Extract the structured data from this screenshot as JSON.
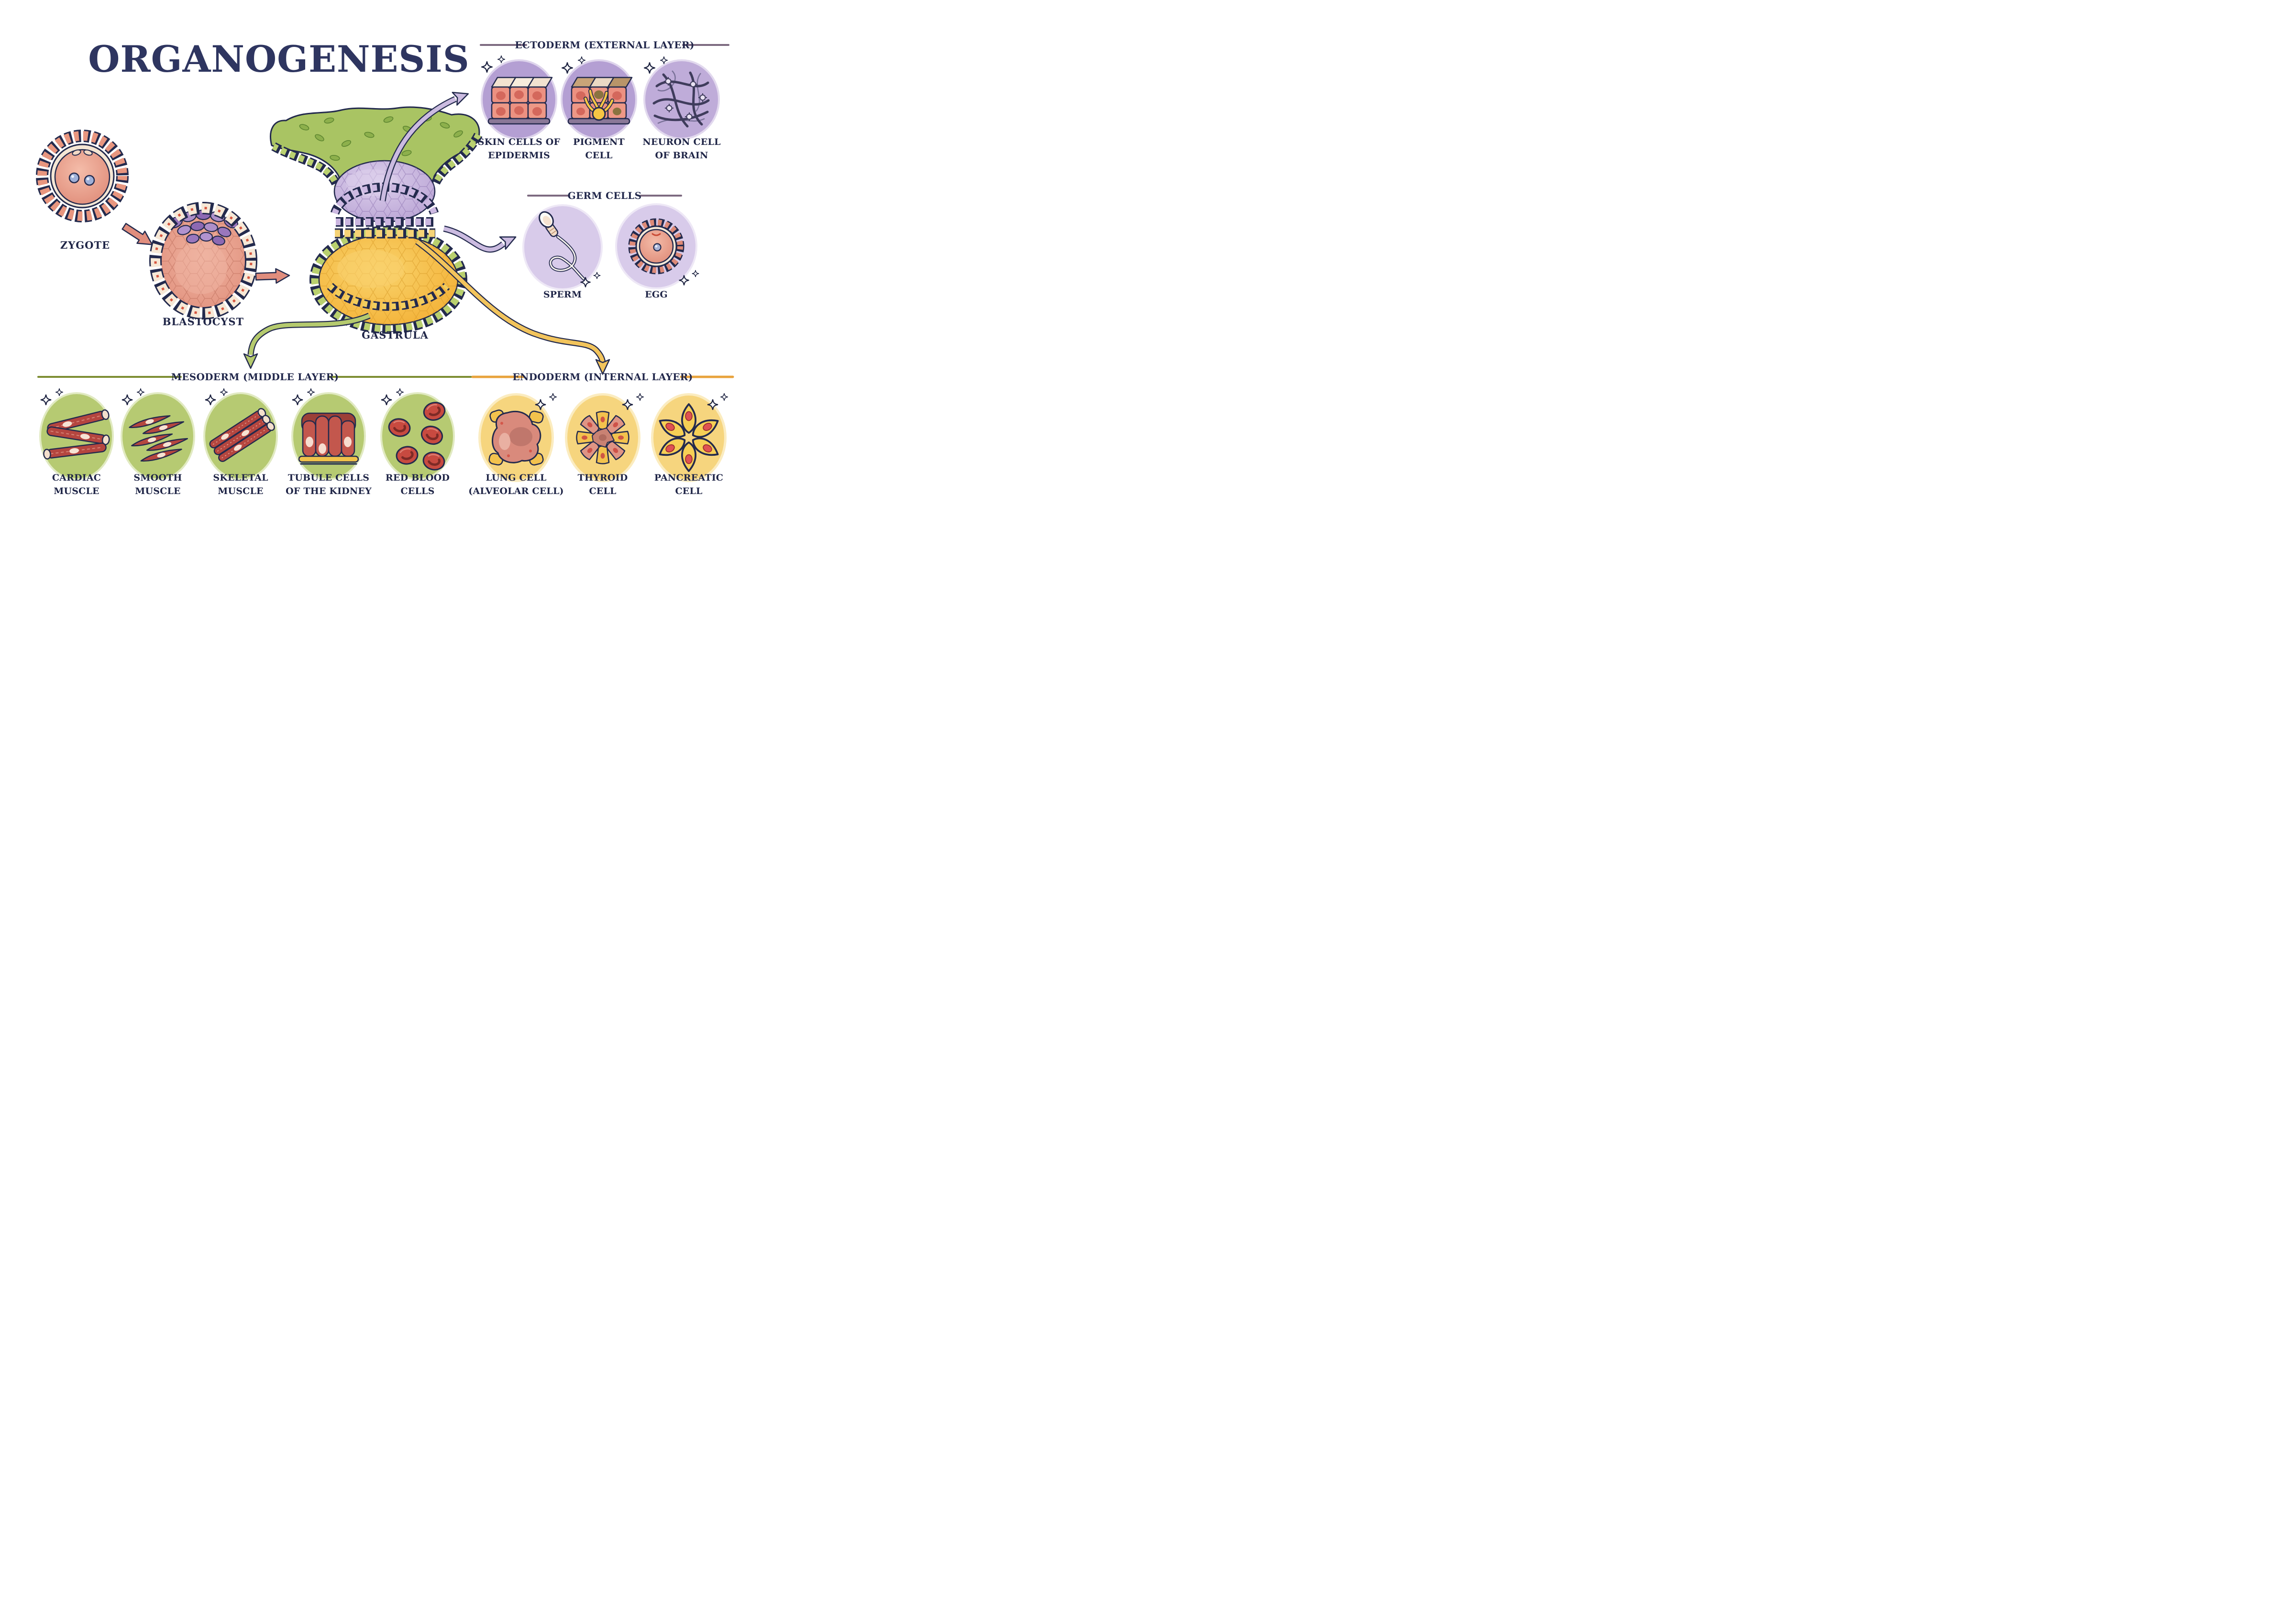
{
  "title": "ORGANOGENESIS",
  "stages": {
    "zygote": "ZYGOTE",
    "blastocyst": "BLASTOCYST",
    "gastrula": "GASTRULA"
  },
  "sections": {
    "ectoderm": {
      "header": "ECTODERM (EXTERNAL LAYER)",
      "cells": [
        {
          "name": "skin-cells-of-epidermis",
          "label": [
            "SKIN CELLS OF",
            "EPIDERMIS"
          ]
        },
        {
          "name": "pigment-cell",
          "label": [
            "PIGMENT",
            "CELL"
          ]
        },
        {
          "name": "neuron-cell-of-brain",
          "label": [
            "NEURON CELL",
            "OF BRAIN"
          ]
        }
      ]
    },
    "germ_cells": {
      "header": "GERM CELLS",
      "cells": [
        {
          "name": "sperm",
          "label": [
            "SPERM"
          ]
        },
        {
          "name": "egg",
          "label": [
            "EGG"
          ]
        }
      ]
    },
    "mesoderm": {
      "header": "MESODERM (MIDDLE LAYER)",
      "cells": [
        {
          "name": "cardiac-muscle",
          "label": [
            "CARDIAC",
            "MUSCLE"
          ]
        },
        {
          "name": "smooth-muscle",
          "label": [
            "SMOOTH",
            "MUSCLE"
          ]
        },
        {
          "name": "skeletal-muscle",
          "label": [
            "SKELETAL",
            "MUSCLE"
          ]
        },
        {
          "name": "tubule-cells-of-kidney",
          "label": [
            "TUBULE CELLS",
            "OF THE KIDNEY"
          ]
        },
        {
          "name": "red-blood-cells",
          "label": [
            "RED BLOOD",
            "CELLS"
          ]
        }
      ]
    },
    "endoderm": {
      "header": "ENDODERM (INTERNAL LAYER)",
      "cells": [
        {
          "name": "lung-cell",
          "label": [
            "LUNG CELL",
            "(ALVEOLAR CELL)"
          ]
        },
        {
          "name": "thyroid-cell",
          "label": [
            "THYROID",
            "CELL"
          ]
        },
        {
          "name": "pancreatic-cell",
          "label": [
            "PANCREATIC",
            "CELL"
          ]
        }
      ]
    }
  },
  "colors": {
    "title_text": "#2e3560",
    "label_text": "#1f2547",
    "outline": "#232a4d",
    "ectoderm_circle": "#b49fd3",
    "germ_circle": "#d8cbea",
    "mesoderm_circle": "#b6ca72",
    "endoderm_circle": "#f6d57e",
    "ectoderm_line": "#7d6a80",
    "mesoderm_line": "#7d8d33",
    "endoderm_line": "#e8a23b",
    "purple_arrow": "#cbbbe0",
    "green_arrow": "#b5ca6e",
    "yellow_arrow": "#f2c45c",
    "salmon_arrow": "#e08d7d"
  }
}
